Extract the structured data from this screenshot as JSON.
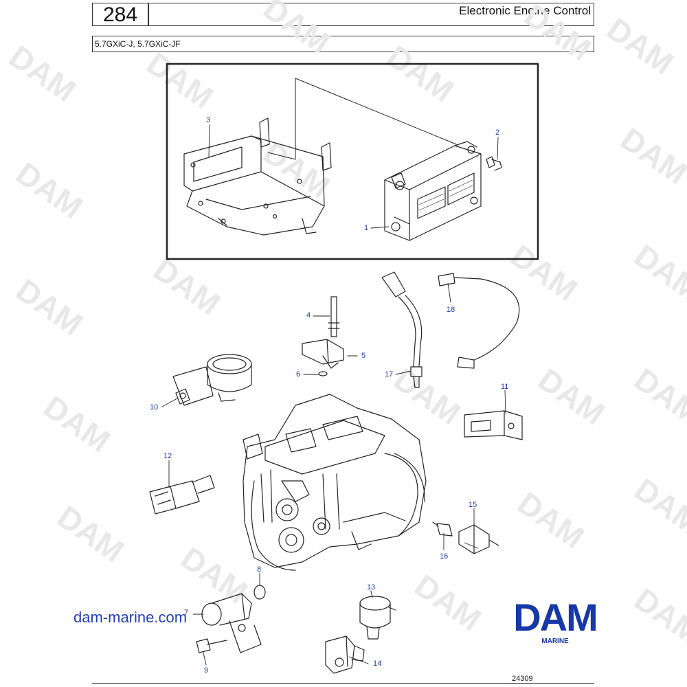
{
  "header": {
    "page_number": "284",
    "title": "Electronic Engine Control",
    "models": "5.7GXiC-J, 5.7GXiC-JF"
  },
  "watermark": {
    "text": "DAM"
  },
  "callouts": [
    "1",
    "2",
    "3",
    "4",
    "5",
    "6",
    "7",
    "8",
    "9",
    "10",
    "11",
    "12",
    "13",
    "14",
    "15",
    "16",
    "17",
    "18"
  ],
  "website": "dam-marine.com",
  "logo": {
    "text": "DAM",
    "subtext": "MARINE",
    "color": "#1838a8"
  },
  "figure_number": "24309",
  "colors": {
    "callout": "#1f3aa5",
    "line": "#222222",
    "watermark": "#e6e6e6"
  }
}
